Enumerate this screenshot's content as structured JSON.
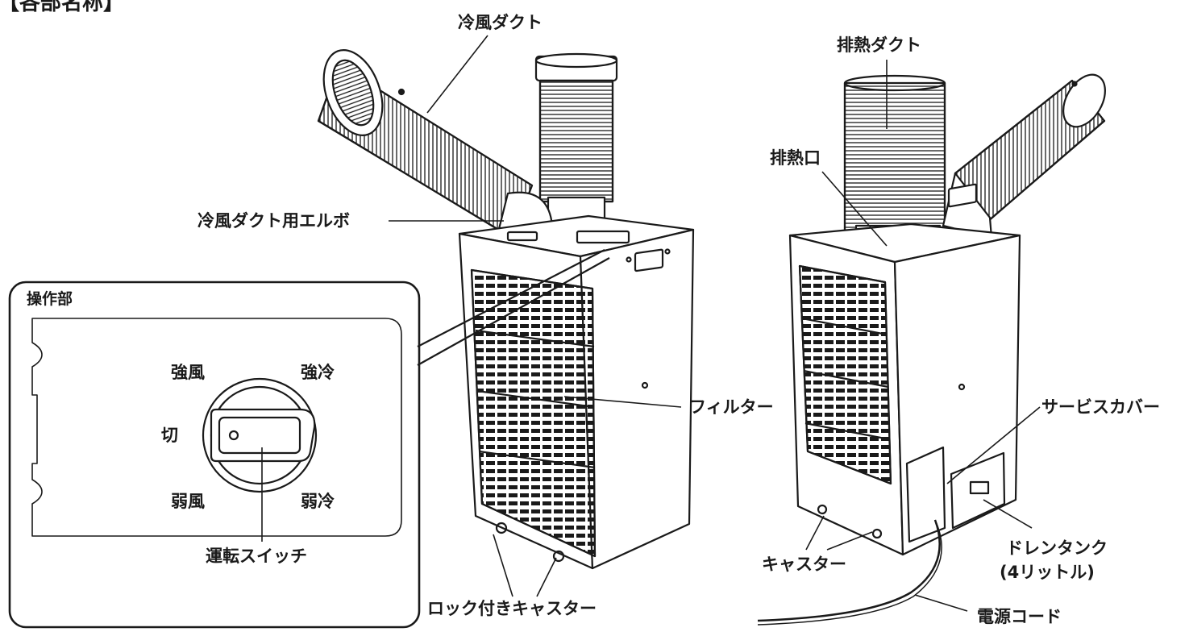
{
  "header": {
    "title": "【各部名称】"
  },
  "labels": {
    "cold_duct": "冷風ダクト",
    "elbow": "冷風ダクト用エルボ",
    "filter": "フィルター",
    "locking_casters": "ロック付きキャスター",
    "exhaust_duct": "排熱ダクト",
    "exhaust_port": "排熱口",
    "service_cover": "サービスカバー",
    "casters": "キャスター",
    "drain_tank_line1": "ドレンタンク",
    "drain_tank_line2": "(4リットル)",
    "power_cord": "電源コード"
  },
  "control_panel": {
    "title": "操作部",
    "positions": {
      "strong_fan": "強風",
      "strong_cool": "強冷",
      "off": "切",
      "weak_fan": "弱風",
      "weak_cool": "弱冷"
    },
    "switch_label": "運転スイッチ"
  }
}
